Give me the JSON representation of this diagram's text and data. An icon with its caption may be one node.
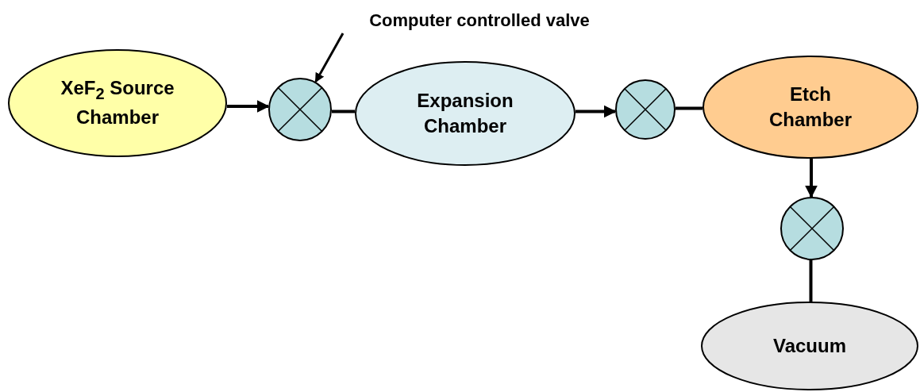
{
  "diagram": {
    "nodes": [
      {
        "text": [
          "XeF$_{2}$ Source Chamber"
        ]
      },
      {
        "text": [],
        "shape": "circle"
      },
      {
        "text": [
          "Expansion Chamber"
        ]
      },
      {
        "text": [],
        "shape": "circle"
      },
      {
        "text": [
          "Etch Chamber"
        ]
      },
      {
        "text": [],
        "shape": "circle"
      },
      {
        "text": [
          "Vacuum"
        ]
      },
      {
        "text": [
          "Computer controlled valve"
        ]
      }
    ],
    "edges": [
      {
        "from": 0,
        "to": 1,
        "arrow": "to"
      },
      {
        "from": 1,
        "to": 2,
        "arrow": "none"
      },
      {
        "from": 2,
        "to": 3,
        "arrow": "to"
      },
      {
        "from": 3,
        "to": 4,
        "arrow": "none"
      },
      {
        "from": 4,
        "to": 5,
        "arrow": "to"
      },
      {
        "from": 5,
        "to": 6,
        "arrow": "none"
      },
      {
        "from": 7,
        "to": 1,
        "arrow": "to"
      }
    ]
  }
}
